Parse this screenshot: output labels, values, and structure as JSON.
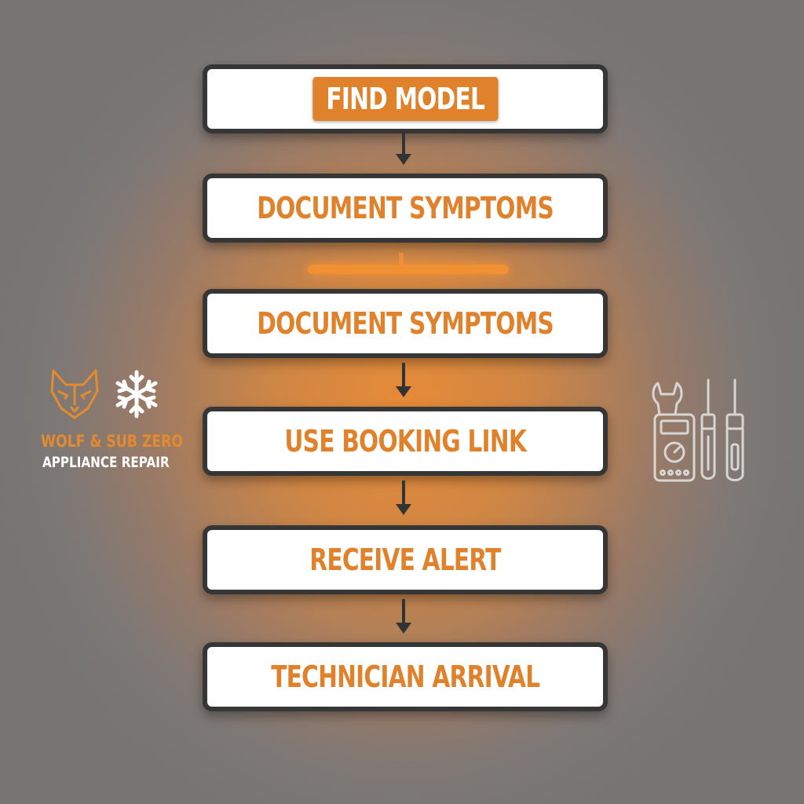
{
  "steps": [
    {
      "label": "FIND MODEL",
      "highlight": true
    },
    {
      "label": "DOCUMENT SYMPTOMS"
    },
    {
      "label": "DOCUMENT SYMPTOMS"
    },
    {
      "label": "USE BOOKING LINK"
    },
    {
      "label": "RECEIVE ALERT"
    },
    {
      "label": "TECHNICIAN ARRIVAL"
    }
  ],
  "logo": {
    "line1": "WOLF & SUB ZERO",
    "line2": "APPLIANCE REPAIR",
    "icons": [
      "wolf-icon",
      "snowflake-icon"
    ]
  },
  "decor": {
    "tools_icons": [
      "multimeter-icon",
      "screwdriver-icon",
      "screwdriver-icon"
    ]
  },
  "colors": {
    "accent": "#e0822c",
    "border": "#363636",
    "box": "#ffffff"
  }
}
